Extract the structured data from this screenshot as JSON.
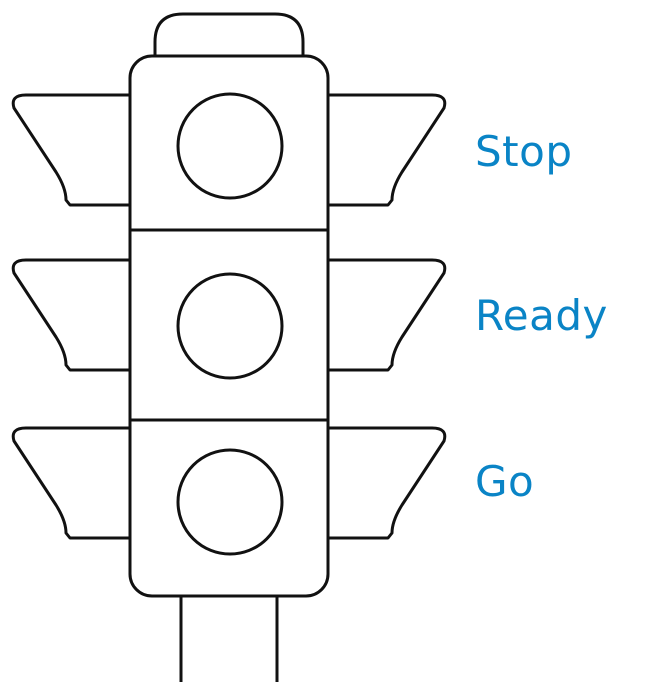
{
  "labels": {
    "stop": "Stop",
    "ready": "Ready",
    "go": "Go"
  },
  "colors": {
    "label_text": "#0a84c6",
    "outline": "#111111",
    "background": "#ffffff"
  },
  "icons": {
    "traffic_light": "traffic-light-outline-icon"
  }
}
